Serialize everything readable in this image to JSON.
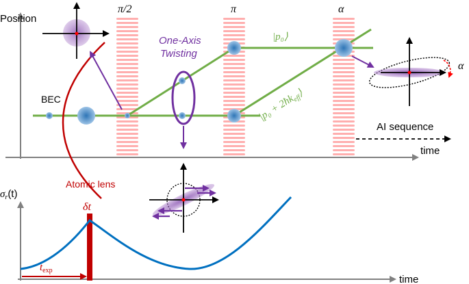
{
  "labels": {
    "position_axis": "Position",
    "time_axis_top": "time",
    "time_axis_bottom": "time",
    "sigma_axis": "σ",
    "sigma_sub": "r",
    "sigma_arg": "(t)",
    "pulse_pi_half": "π/2",
    "pulse_pi": "π",
    "pulse_alpha": "α",
    "alpha_rotation": "α",
    "bec": "BEC",
    "oat_line1": "One-Axis",
    "oat_line2": "Twisting",
    "state_p0": "|p₀⟩",
    "state_p0_2hk": "|p₀ + 2ħk",
    "state_p0_2hk_sub": "eff",
    "state_p0_2hk_end": "⟩",
    "ai_sequence": "AI sequence",
    "atomic_lens": "Atomic lens",
    "delta_t": "δt",
    "t_exp": "t",
    "t_exp_sub": "exp"
  },
  "colors": {
    "beam_path": "#70ad47",
    "atom_cloud": "#5b9bd5",
    "twisting": "#7030a0",
    "lens": "#c00000",
    "sigma_curve": "#0070c0",
    "pulse": "#ff6b6b",
    "axis": "#808080"
  },
  "icons": [
    "coordinate-axes-icon",
    "squeezed-state-ellipse-icon",
    "rotation-arrow-icon",
    "bloch-phase-space-icon"
  ]
}
